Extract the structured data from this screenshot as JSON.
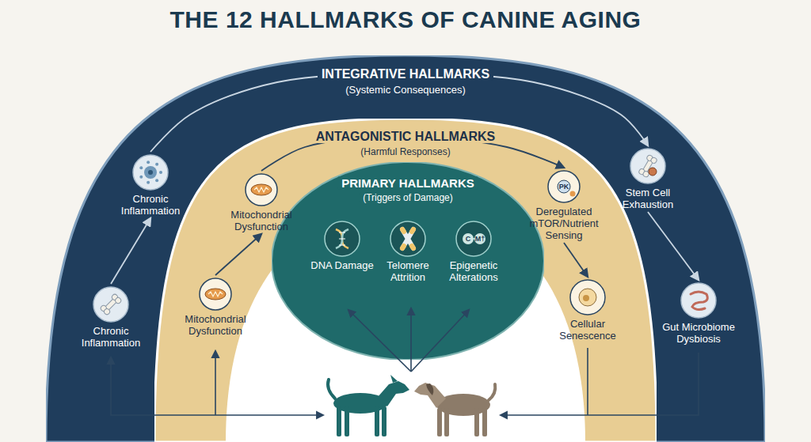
{
  "diagram": {
    "title": "THE 12 HALLMARKS OF CANINE AGING",
    "nodes": [
      {
        "text": [
          "INTEGRATIVE HALLMARKS",
          "(Systemic Consequences)"
        ]
      },
      {
        "text": [
          "ANTAGONISTIC HALLMARKS",
          "(Harmful Responses)"
        ],
        "in": 0
      },
      {
        "text": [
          "PRIMARY HALLMARKS",
          "(Triggers of Damage)"
        ],
        "in": 1
      },
      {
        "text": [
          "DNA Damage"
        ],
        "in": 2
      },
      {
        "text": [
          "Telomere Attrition"
        ],
        "in": 2
      },
      {
        "text": [
          "Epigenetic Alterations"
        ],
        "in": 2
      },
      {
        "text": [
          "Mitochondrial Dysfunction"
        ],
        "in": 1
      },
      {
        "text": [
          "Mitochondrial Dysfunction"
        ],
        "in": 1
      },
      {
        "text": [
          "Deregulated mTOR/Nutrient Sensing"
        ],
        "in": 1
      },
      {
        "text": [
          "Cellular Senescence"
        ],
        "in": 1
      },
      {
        "text": [
          "Chronic Inflammation"
        ],
        "in": 0
      },
      {
        "text": [
          "Chronic Inflammation"
        ],
        "in": 0
      },
      {
        "text": [
          "Stem Cell Exhaustion"
        ],
        "in": 0
      },
      {
        "text": [
          "Gut Microbiome Dysbiosis"
        ],
        "in": 0
      }
    ],
    "edges": [
      {
        "from": 11,
        "to": 10,
        "arrow": "to"
      },
      {
        "from": 10,
        "to": 12,
        "arrow": "to"
      },
      {
        "from": 12,
        "to": 13,
        "arrow": "to"
      },
      {
        "from": 7,
        "to": 6,
        "arrow": "to"
      },
      {
        "from": 6,
        "to": 8,
        "arrow": "to"
      },
      {
        "from": 8,
        "to": 9,
        "arrow": "to"
      }
    ],
    "labels": [
      "PK",
      "C",
      "M†"
    ]
  }
}
